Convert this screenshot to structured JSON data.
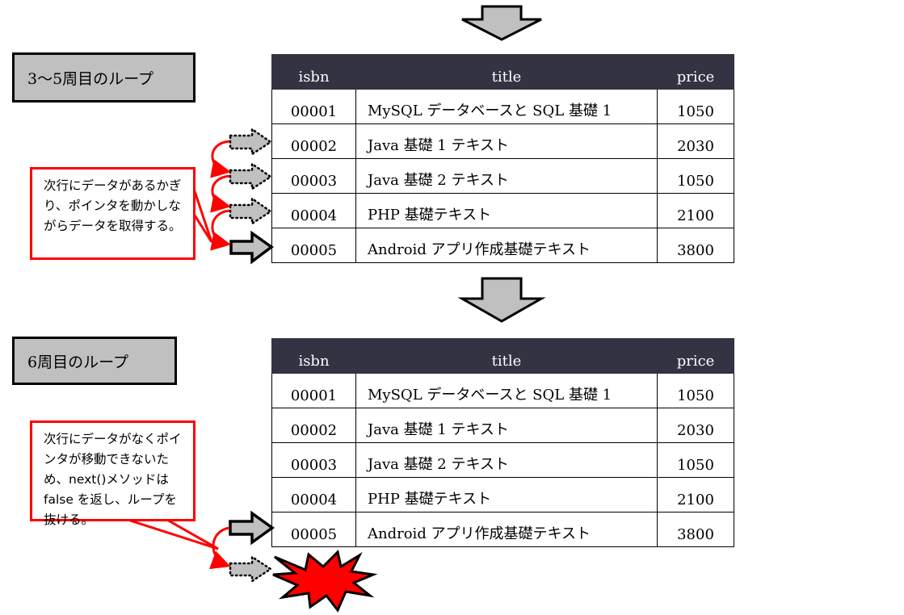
{
  "section1": {
    "label": "3〜5周目のループ",
    "callout": "次行にデータがあるかぎり、ポインタを動かしながらデータを取得する。"
  },
  "section2": {
    "label": "6周目のループ",
    "callout": "次行にデータがなくポインタが移動できないため、next()メソッドは false を返し、ループを抜ける。"
  },
  "table": {
    "headers": [
      "isbn",
      "title",
      "price"
    ],
    "rows": [
      [
        "00001",
        "MySQL データベースと SQL 基礎 1",
        "1050"
      ],
      [
        "00002",
        "Java 基礎 1 テキスト",
        "2030"
      ],
      [
        "00003",
        "Java 基礎 2 テキスト",
        "1050"
      ],
      [
        "00004",
        "PHP 基礎テキスト",
        "2100"
      ],
      [
        "00005",
        "Android アプリ作成基礎テキスト",
        "3800"
      ]
    ]
  },
  "colors": {
    "header_bg": "#333344",
    "callout_border": "#ff0000",
    "arrow_fill": "#c0c0c0",
    "burst": "#ff0000"
  }
}
